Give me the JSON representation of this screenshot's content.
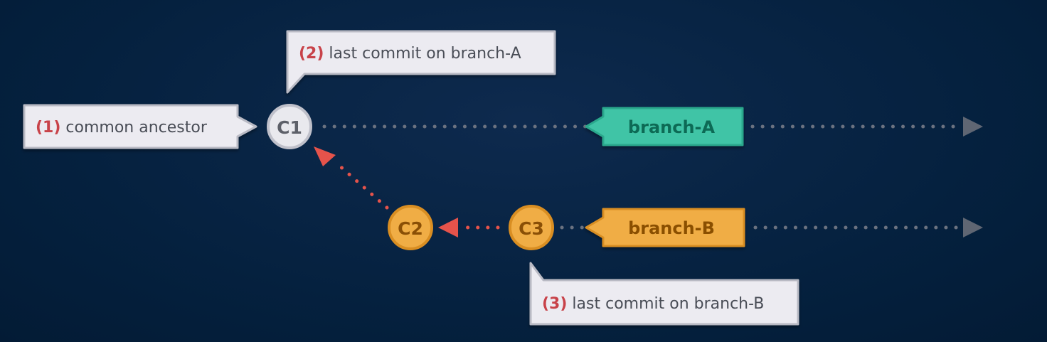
{
  "colors": {
    "background": "#05213f",
    "branch_a_fill": "#3fc4a6",
    "branch_a_text": "#0d6b55",
    "branch_b_fill": "#f0ad45",
    "branch_b_text": "#8a4f06",
    "commit_c1_fill": "#e9e9ee",
    "commit_orange_fill": "#f0ad45",
    "merge_path": "#e5534b",
    "dotted_line": "#6b7280",
    "callout_num": "#c8424a"
  },
  "commits": [
    {
      "id": "c1",
      "label": "C1",
      "branch": "shared"
    },
    {
      "id": "c2",
      "label": "C2",
      "branch": "branch-B"
    },
    {
      "id": "c3",
      "label": "C3",
      "branch": "branch-B"
    }
  ],
  "branches": [
    {
      "id": "branch-a",
      "label": "branch-A"
    },
    {
      "id": "branch-b",
      "label": "branch-B"
    }
  ],
  "callouts": [
    {
      "id": "common-ancestor",
      "number": "(1)",
      "text": "common ancestor"
    },
    {
      "id": "last-commit-a",
      "number": "(2)",
      "text": "last commit on branch-A"
    },
    {
      "id": "last-commit-b",
      "number": "(3)",
      "text": "last commit on branch-B"
    }
  ]
}
